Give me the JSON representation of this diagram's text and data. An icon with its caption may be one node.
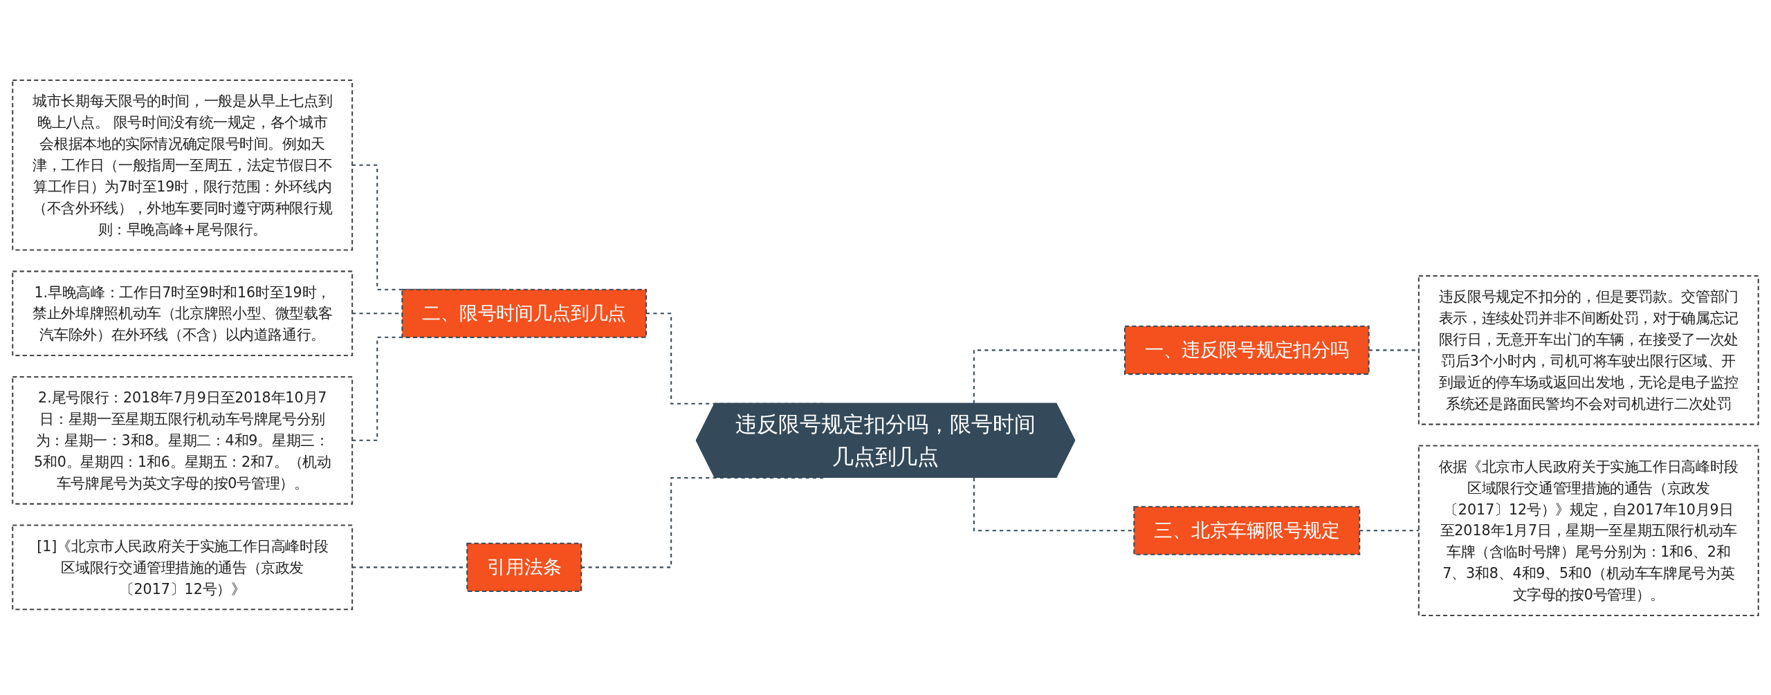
{
  "diagram": {
    "nodes": [
      {
        "text": [
          "违反限号规定扣分吗，限号时间几点到几点"
        ]
      },
      {
        "text": [
          "二、限号时间几点到几点"
        ]
      },
      {
        "text": [
          "城市长期每天限号的时间，一般是从早上七点到晚上八点。 限号时间没有统一规定，各个城市会根据本地的实际情况确定限号时间。例如天津，工作日（一般指周一至周五，法定节假日不算工作日）为7时至19时，限行范围：外环线内（不含外环线），外地车要同时遵守两种限行规则：早晚高峰+尾号限行。"
        ]
      },
      {
        "text": [
          "1.早晚高峰：工作日7时至9时和16时至19时，禁止外埠牌照机动车（北京牌照小型、微型载客汽车除外）在外环线（不含）以内道路通行。"
        ]
      },
      {
        "text": [
          "2.尾号限行：2018年7月9日至2018年10月7日：星期一至星期五限行机动车号牌尾号分别为：星期一：3和8。星期二：4和9。星期三：5和0。星期四：1和6。星期五：2和7。（机动车号牌尾号为英文字母的按0号管理）。"
        ]
      },
      {
        "text": [
          "引用法条"
        ]
      },
      {
        "text": [
          "[1]《北京市人民政府关于实施工作日高峰时段区域限行交通管理措施的通告（京政发〔2017〕12号）》"
        ]
      },
      {
        "text": [
          "一、违反限号规定扣分吗"
        ]
      },
      {
        "text": [
          "违反限号规定不扣分的，但是要罚款。交管部门表示，连续处罚并非不间断处罚，对于确属忘记限行日，无意开车出门的车辆，在接受了一次处罚后3个小时内，司机可将车驶出限行区域、开到最近的停车场或返回出发地，无论是电子监控系统还是路面民警均不会对司机进行二次处罚"
        ]
      },
      {
        "text": [
          "三、北京车辆限号规定"
        ]
      },
      {
        "text": [
          "依据《北京市人民政府关于实施工作日高峰时段区域限行交通管理措施的通告（京政发〔2017〕12号）》规定，自2017年10月9日至2018年1月7日，星期一至星期五限行机动车车牌（含临时号牌）尾号分别为：1和6、2和7、3和8、4和9、5和0（机动车车牌尾号为英文字母的按0号管理）。"
        ]
      }
    ],
    "edges": [
      {
        "from": 0,
        "to": 1,
        "arrow": "none",
        "style": "dashed"
      },
      {
        "from": 1,
        "to": 2,
        "arrow": "none",
        "style": "dashed"
      },
      {
        "from": 1,
        "to": 3,
        "arrow": "none",
        "style": "dashed"
      },
      {
        "from": 1,
        "to": 4,
        "arrow": "none",
        "style": "dashed"
      },
      {
        "from": 0,
        "to": 5,
        "arrow": "none",
        "style": "dashed"
      },
      {
        "from": 5,
        "to": 6,
        "arrow": "none",
        "style": "dashed"
      },
      {
        "from": 0,
        "to": 7,
        "arrow": "none",
        "style": "dashed"
      },
      {
        "from": 7,
        "to": 8,
        "arrow": "none",
        "style": "dashed"
      },
      {
        "from": 0,
        "to": 9,
        "arrow": "none",
        "style": "dashed"
      },
      {
        "from": 9,
        "to": 10,
        "arrow": "none",
        "style": "dashed"
      }
    ]
  }
}
